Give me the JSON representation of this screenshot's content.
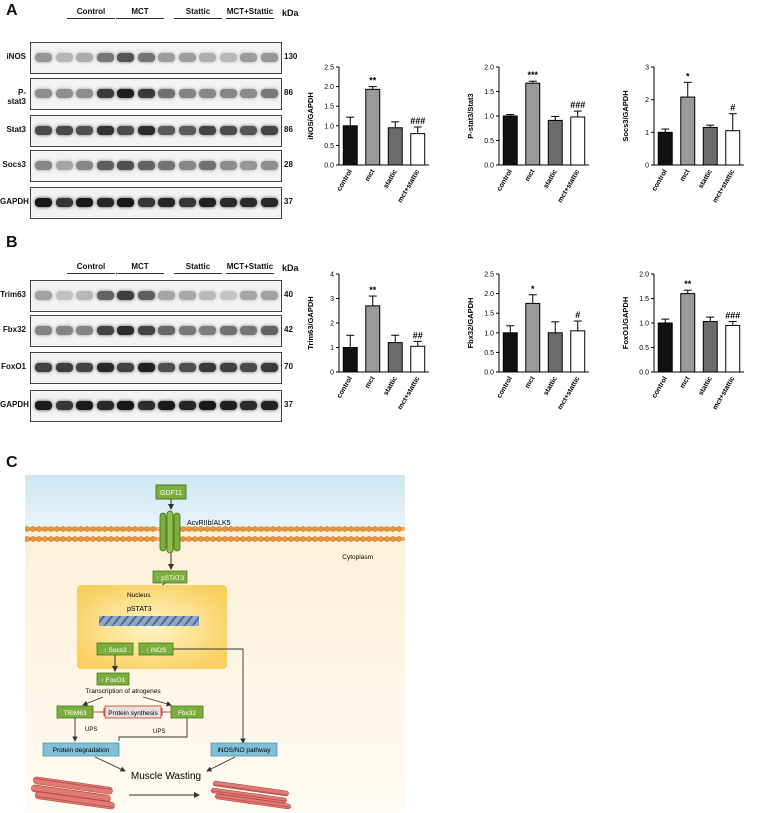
{
  "panelA": {
    "letter": "A",
    "groups": [
      "Control",
      "MCT",
      "Stattic",
      "MCT+Stattic"
    ],
    "kda_header": "kDa",
    "rows": [
      {
        "label": "iNOS",
        "kda": "130"
      },
      {
        "label": "P-stat3",
        "kda": "86"
      },
      {
        "label": "Stat3",
        "kda": "86"
      },
      {
        "label": "Socs3",
        "kda": "28"
      },
      {
        "label": "GAPDH",
        "kda": "37"
      }
    ]
  },
  "panelB": {
    "letter": "B",
    "groups": [
      "Control",
      "MCT",
      "Stattic",
      "MCT+Stattic"
    ],
    "kda_header": "kDa",
    "rows": [
      {
        "label": "Trim63",
        "kda": "40"
      },
      {
        "label": "Fbx32",
        "kda": "42"
      },
      {
        "label": "FoxO1",
        "kda": "70"
      },
      {
        "label": "GAPDH",
        "kda": "37"
      }
    ]
  },
  "chart_data": [
    {
      "type": "bar",
      "ylabel": "iNOS/GAPDH",
      "categories": [
        "control",
        "mct",
        "stattic",
        "mct+stattic"
      ],
      "values": [
        1.0,
        1.93,
        0.95,
        0.8
      ],
      "errors": [
        0.22,
        0.07,
        0.15,
        0.17
      ],
      "significance": [
        "",
        "**",
        "",
        "###"
      ],
      "ylim": [
        0,
        2.5
      ],
      "yticks": [
        "0.0",
        "0.5",
        "1.0",
        "1.5",
        "2.0",
        "2.5"
      ]
    },
    {
      "type": "bar",
      "ylabel": "P-stat3/Stat3",
      "categories": [
        "control",
        "mct",
        "stattic",
        "mct+stattic"
      ],
      "values": [
        1.0,
        1.67,
        0.91,
        0.98
      ],
      "errors": [
        0.03,
        0.04,
        0.08,
        0.12
      ],
      "significance": [
        "",
        "***",
        "",
        "###"
      ],
      "ylim": [
        0,
        2.0
      ],
      "yticks": [
        "0.0",
        "0.5",
        "1.0",
        "1.5",
        "2.0"
      ]
    },
    {
      "type": "bar",
      "ylabel": "Socs3/GAPDH",
      "categories": [
        "control",
        "mct",
        "stattic",
        "mct+stattic"
      ],
      "values": [
        1.0,
        2.08,
        1.15,
        1.05
      ],
      "errors": [
        0.1,
        0.45,
        0.07,
        0.52
      ],
      "significance": [
        "",
        "*",
        "",
        "#"
      ],
      "ylim": [
        0,
        3
      ],
      "yticks": [
        "0",
        "1",
        "2",
        "3"
      ]
    },
    {
      "type": "bar",
      "ylabel": "Trim63/GAPDH",
      "categories": [
        "control",
        "mct",
        "stattic",
        "mct+stattic"
      ],
      "values": [
        1.0,
        2.7,
        1.2,
        1.05
      ],
      "errors": [
        0.5,
        0.4,
        0.3,
        0.2
      ],
      "significance": [
        "",
        "**",
        "",
        "##"
      ],
      "ylim": [
        0,
        4
      ],
      "yticks": [
        "0",
        "1",
        "2",
        "3",
        "4"
      ]
    },
    {
      "type": "bar",
      "ylabel": "Fbx32/GAPDH",
      "categories": [
        "control",
        "mct",
        "stattic",
        "mct+stattic"
      ],
      "values": [
        1.0,
        1.75,
        1.0,
        1.05
      ],
      "errors": [
        0.18,
        0.22,
        0.28,
        0.25
      ],
      "significance": [
        "",
        "*",
        "",
        "#"
      ],
      "ylim": [
        0,
        2.5
      ],
      "yticks": [
        "0.0",
        "0.5",
        "1.0",
        "1.5",
        "2.0",
        "2.5"
      ]
    },
    {
      "type": "bar",
      "ylabel": "FoxO1/GAPDH",
      "categories": [
        "control",
        "mct",
        "stattic",
        "mct+stattic"
      ],
      "values": [
        1.0,
        1.6,
        1.03,
        0.95
      ],
      "errors": [
        0.08,
        0.07,
        0.09,
        0.08
      ],
      "significance": [
        "",
        "**",
        "",
        "###"
      ],
      "ylim": [
        0,
        2.0
      ],
      "yticks": [
        "0.0",
        "0.5",
        "1.0",
        "1.5",
        "2.0"
      ]
    }
  ],
  "bar_colors": [
    "#111111",
    "#9a9a9a",
    "#6b6b6b",
    "#ffffff"
  ],
  "panelC": {
    "letter": "C",
    "gdf11": "GDF11",
    "receptor": "AcvRIIb/ALK5",
    "cytoplasm": "Cytoplasm",
    "pstat3_cyto": "↑ pSTAT3",
    "nucleus": "Nucleus",
    "pstat3_nuc": "pSTAT3",
    "socs3": "↑ Socs3",
    "inos": "↑ iNOS",
    "foxo1": "↑ FoxO1",
    "transcription": "Transcription of atrogenes",
    "trim63": "TRIM63",
    "protein_synthesis": "Protein synthesis",
    "fbx32": "Fbx32",
    "ups1": "UPS",
    "ups2": "UPS",
    "protein_degradation": "Protein degradation",
    "inos_pathway": "iNOS/NO pathway",
    "muscle_wasting": "Muscle Wasting"
  }
}
